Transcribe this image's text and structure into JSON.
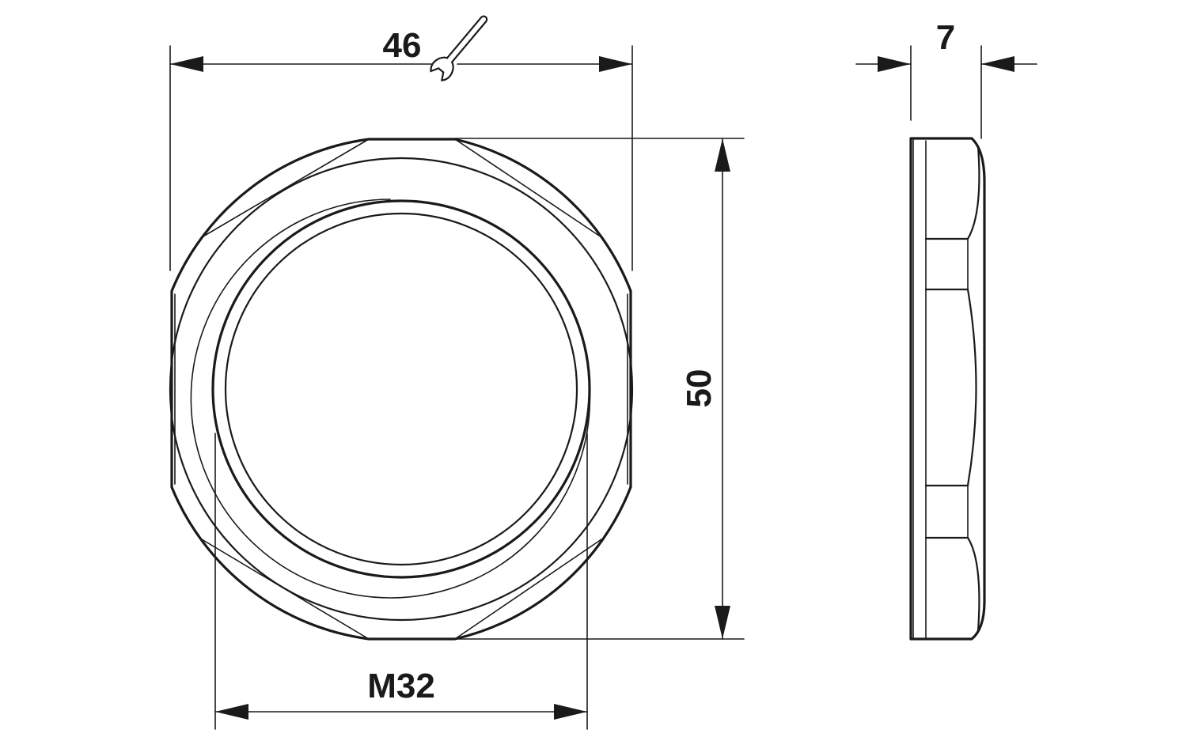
{
  "drawing": {
    "front_view": {
      "wrench_size": "46",
      "outer_size": "50",
      "thread": "M32"
    },
    "side_view": {
      "thickness": "7"
    }
  },
  "icons": {
    "wrench": "wrench-icon"
  }
}
